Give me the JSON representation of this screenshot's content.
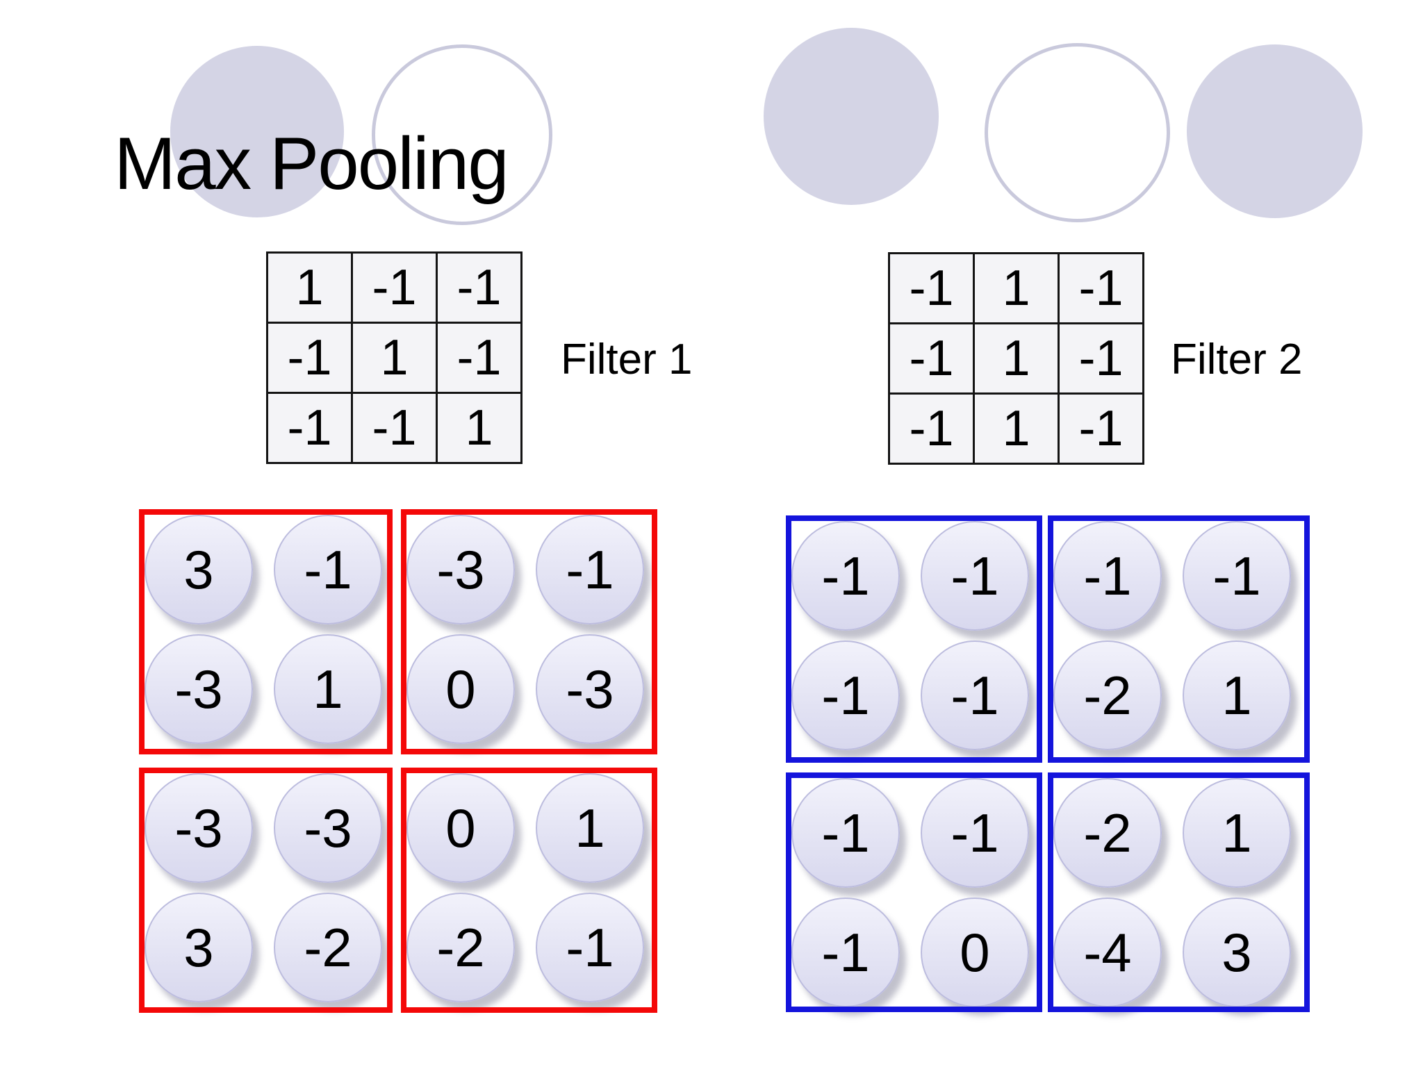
{
  "title": "Max Pooling",
  "colors": {
    "red-box": "#f40808",
    "blue-box": "#1414dc",
    "circle-border": "#bcbcde",
    "circle-top": "#f2f2fb",
    "circle-mid": "#e6e6f5",
    "circle-bottom": "#d8d8ee",
    "deco-fill": "#d4d4e5",
    "deco-ring": "#c9c9dc",
    "cell-bg": "#f4f4f7",
    "line": "#141414"
  },
  "filters": [
    {
      "label": "Filter 1",
      "rows": [
        [
          "1",
          "-1",
          "-1"
        ],
        [
          "-1",
          "1",
          "-1"
        ],
        [
          "-1",
          "-1",
          "1"
        ]
      ]
    },
    {
      "label": "Filter 2",
      "rows": [
        [
          "-1",
          "1",
          "-1"
        ],
        [
          "-1",
          "1",
          "-1"
        ],
        [
          "-1",
          "1",
          "-1"
        ]
      ]
    }
  ],
  "feature_maps": {
    "filter1": {
      "groups": [
        {
          "values": [
            "3",
            "-1",
            "-3",
            "1"
          ]
        },
        {
          "values": [
            "-3",
            "-1",
            "0",
            "-3"
          ]
        },
        {
          "values": [
            "-3",
            "-3",
            "3",
            "-2"
          ]
        },
        {
          "values": [
            "0",
            "1",
            "-2",
            "-1"
          ]
        }
      ]
    },
    "filter2": {
      "groups": [
        {
          "values": [
            "-1",
            "-1",
            "-1",
            "-1"
          ]
        },
        {
          "values": [
            "-1",
            "-1",
            "-2",
            "1"
          ]
        },
        {
          "values": [
            "-1",
            "-1",
            "-1",
            "0"
          ]
        },
        {
          "values": [
            "-2",
            "1",
            "-4",
            "3"
          ]
        }
      ]
    }
  }
}
